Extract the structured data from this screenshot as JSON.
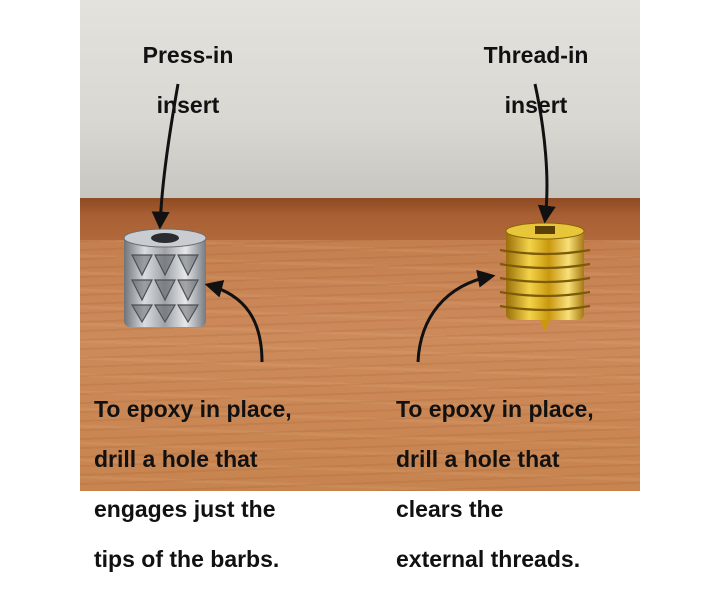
{
  "labels": {
    "press_in_title": [
      "Press-in",
      "insert"
    ],
    "thread_in_title": [
      "Thread-in",
      "insert"
    ],
    "press_in_note": [
      "To epoxy in place,",
      "drill a hole that",
      "engages just the",
      "tips of the barbs."
    ],
    "thread_in_note": [
      "To epoxy in place,",
      "drill a hole that",
      "clears the",
      "external threads."
    ]
  },
  "colors": {
    "text": "#111111",
    "wall": "#dcdad4",
    "wood": "#c8844f",
    "steel_insert": "#b9bcc0",
    "brass_insert": "#d8b21e"
  }
}
